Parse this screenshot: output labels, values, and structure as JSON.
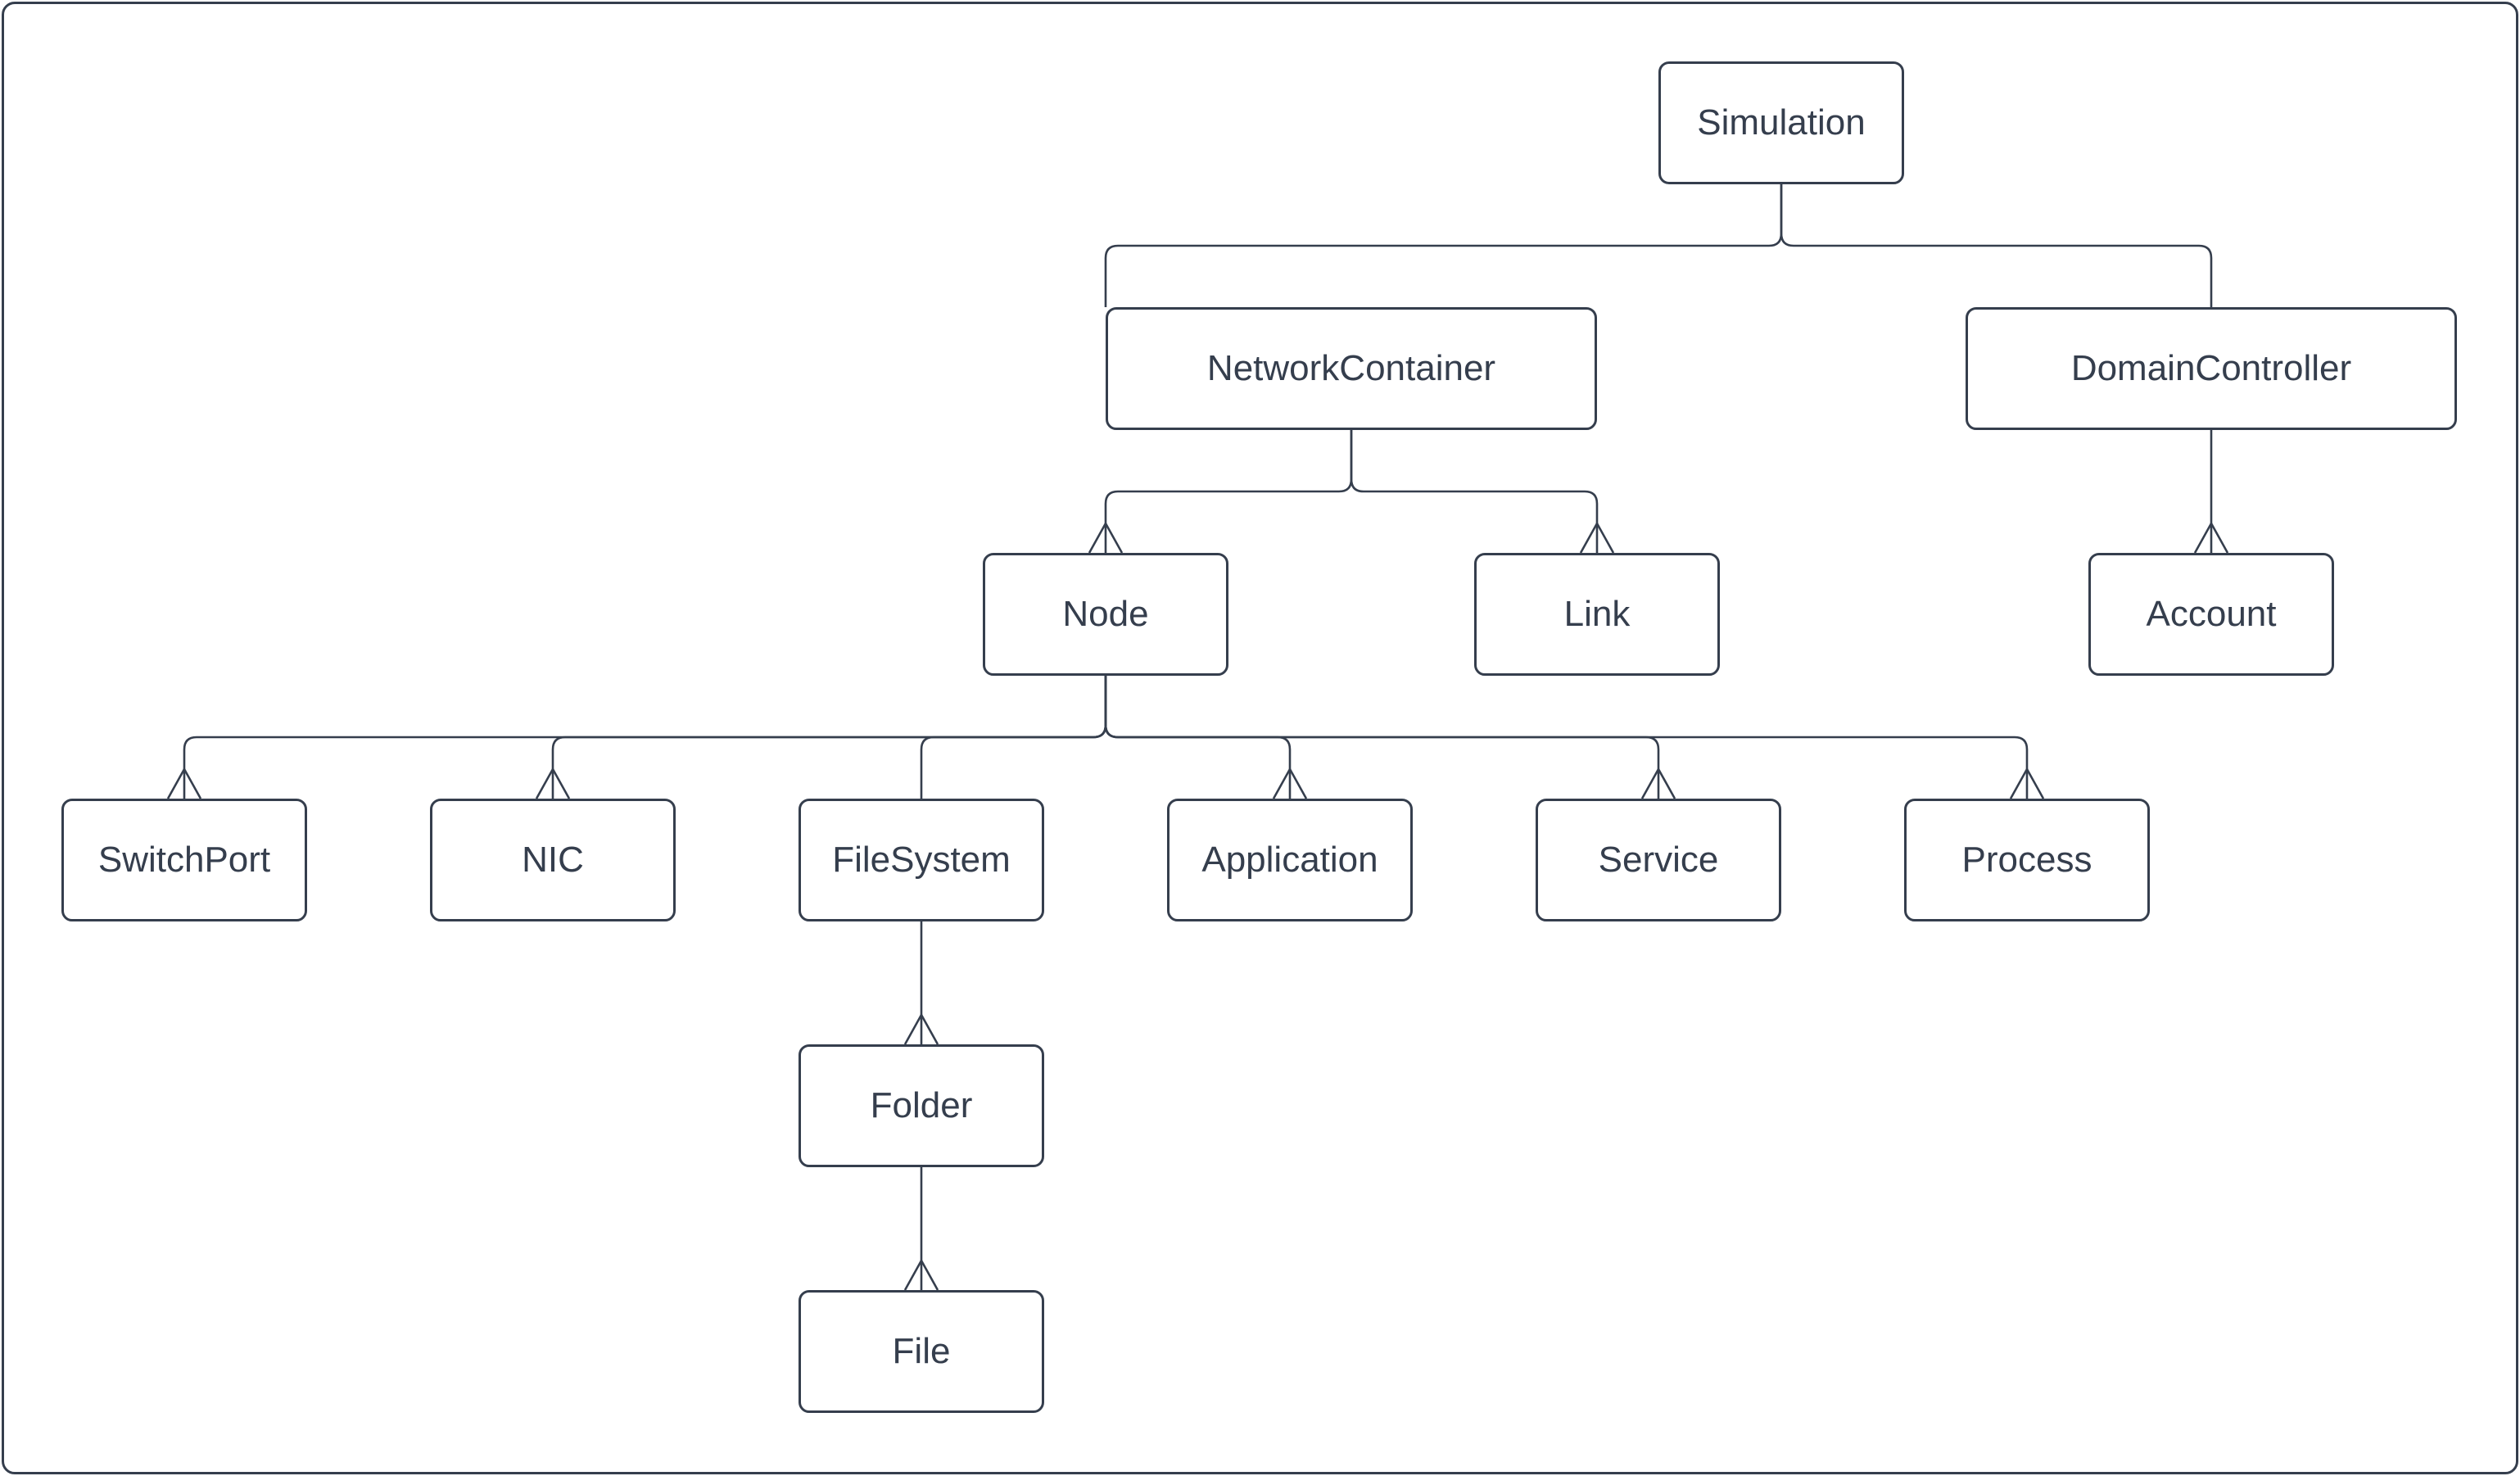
{
  "diagram": {
    "background_color": "#ffffff",
    "stroke_color": "#353e4d",
    "text_color": "#353e4d",
    "nodes": {
      "simulation": {
        "label": "Simulation"
      },
      "networkcontainer": {
        "label": "NetworkContainer"
      },
      "domaincontroller": {
        "label": "DomainController"
      },
      "node": {
        "label": "Node"
      },
      "link": {
        "label": "Link"
      },
      "account": {
        "label": "Account"
      },
      "switchport": {
        "label": "SwitchPort"
      },
      "nic": {
        "label": "NIC"
      },
      "filesystem": {
        "label": "FileSystem"
      },
      "application": {
        "label": "Application"
      },
      "service": {
        "label": "Service"
      },
      "process": {
        "label": "Process"
      },
      "folder": {
        "label": "Folder"
      },
      "file": {
        "label": "File"
      }
    },
    "edges": [
      {
        "from": "Simulation",
        "to": "NetworkContainer",
        "arrowhead": false
      },
      {
        "from": "Simulation",
        "to": "DomainController",
        "arrowhead": false
      },
      {
        "from": "NetworkContainer",
        "to": "Node",
        "arrowhead": true
      },
      {
        "from": "NetworkContainer",
        "to": "Link",
        "arrowhead": true
      },
      {
        "from": "DomainController",
        "to": "Account",
        "arrowhead": true
      },
      {
        "from": "Node",
        "to": "SwitchPort",
        "arrowhead": true
      },
      {
        "from": "Node",
        "to": "NIC",
        "arrowhead": true
      },
      {
        "from": "Node",
        "to": "FileSystem",
        "arrowhead": false
      },
      {
        "from": "Node",
        "to": "Application",
        "arrowhead": true
      },
      {
        "from": "Node",
        "to": "Service",
        "arrowhead": true
      },
      {
        "from": "Node",
        "to": "Process",
        "arrowhead": true
      },
      {
        "from": "FileSystem",
        "to": "Folder",
        "arrowhead": true
      },
      {
        "from": "Folder",
        "to": "File",
        "arrowhead": true
      }
    ]
  }
}
